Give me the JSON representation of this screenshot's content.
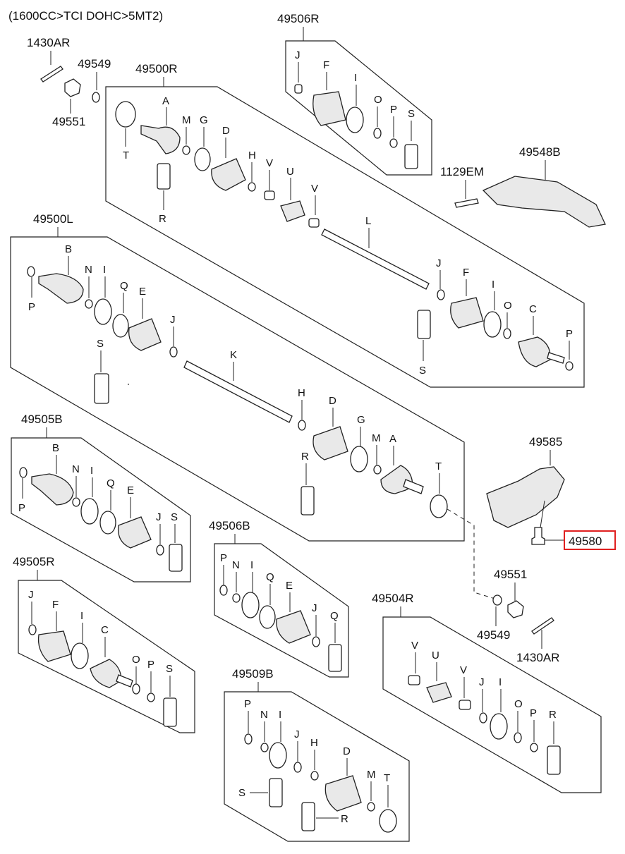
{
  "header": {
    "spec": "(1600CC>TCI DOHC>5MT2)"
  },
  "groups": {
    "g49500R": "49500R",
    "g49506R": "49506R",
    "g49500L": "49500L",
    "g49505B": "49505B",
    "g49506B": "49506B",
    "g49505R": "49505R",
    "g49504R": "49504R",
    "g49509B": "49509B"
  },
  "parts": {
    "p1430AR": "1430AR",
    "p49549": "49549",
    "p49551": "49551",
    "p49548B": "49548B",
    "p1129EM": "1129EM",
    "p49585": "49585",
    "p49580": "49580"
  },
  "highlight": {
    "part": "49580",
    "color": "#e02020"
  },
  "letters": {
    "A": "A",
    "B": "B",
    "C": "C",
    "D": "D",
    "E": "E",
    "F": "F",
    "G": "G",
    "H": "H",
    "I": "I",
    "J": "J",
    "K": "K",
    "L": "L",
    "M": "M",
    "N": "N",
    "O": "O",
    "P": "P",
    "Q": "Q",
    "R": "R",
    "S": "S",
    "T": "T",
    "U": "U",
    "V": "V"
  }
}
